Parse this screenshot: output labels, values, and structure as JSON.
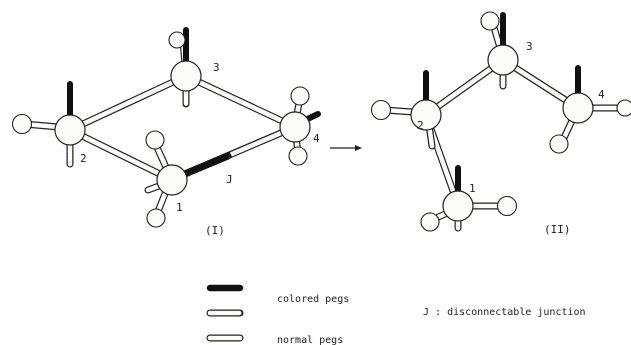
{
  "structure_I": {
    "atom_labels": [
      "1",
      "2",
      "3",
      "4"
    ],
    "junction_label": "J",
    "caption": "(I)"
  },
  "structure_II": {
    "atom_labels": [
      "1",
      "2",
      "3",
      "4"
    ],
    "caption": "(II)"
  },
  "legend": {
    "items": [
      {
        "kind": "colored",
        "label": "colored pegs"
      },
      {
        "kind": "hatched",
        "label": ""
      },
      {
        "kind": "normal",
        "label": "normal pegs"
      }
    ],
    "junction_note": "J :  disconnectable junction"
  },
  "colors": {
    "ink": "#222222",
    "ball_fill": "#fbfbf7",
    "colored_peg": "#111111"
  }
}
